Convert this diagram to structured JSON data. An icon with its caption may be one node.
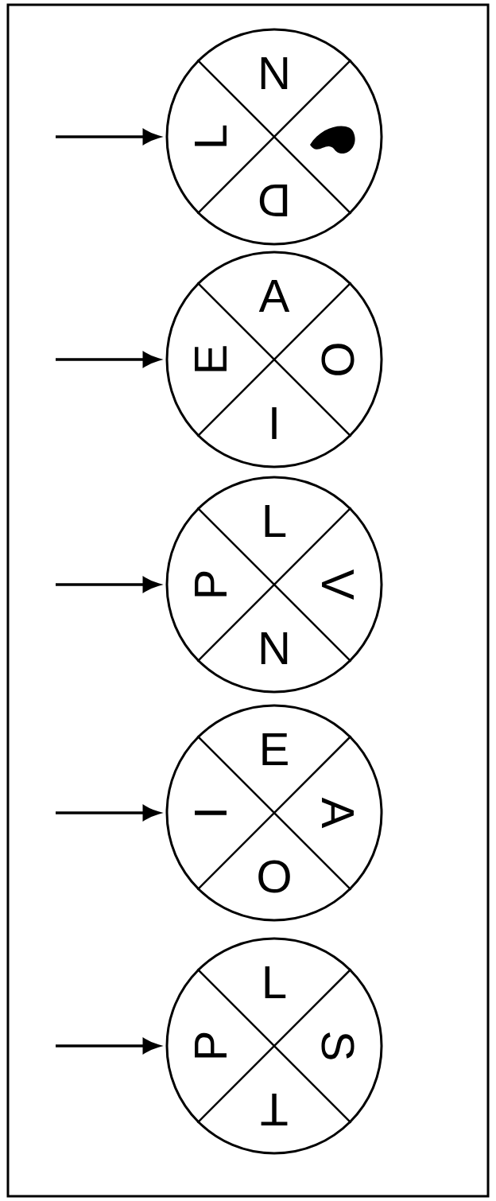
{
  "diagram": {
    "nodes": [
      {
        "text": [
          "N",
          "D",
          "L"
        ]
      },
      {
        "text": [
          "A",
          "O",
          "I",
          "E"
        ]
      },
      {
        "text": [
          "L",
          "V",
          "N",
          "P"
        ]
      },
      {
        "text": [
          "E",
          "A",
          "O",
          "I"
        ]
      },
      {
        "text": [
          "L",
          "S",
          "T",
          "P"
        ]
      }
    ],
    "edges": [
      {
        "from": null,
        "to": 0,
        "arrow": "to"
      },
      {
        "from": null,
        "to": 1,
        "arrow": "to"
      },
      {
        "from": null,
        "to": 2,
        "arrow": "to"
      },
      {
        "from": null,
        "to": 3,
        "arrow": "to"
      },
      {
        "from": null,
        "to": 4,
        "arrow": "to"
      }
    ]
  }
}
